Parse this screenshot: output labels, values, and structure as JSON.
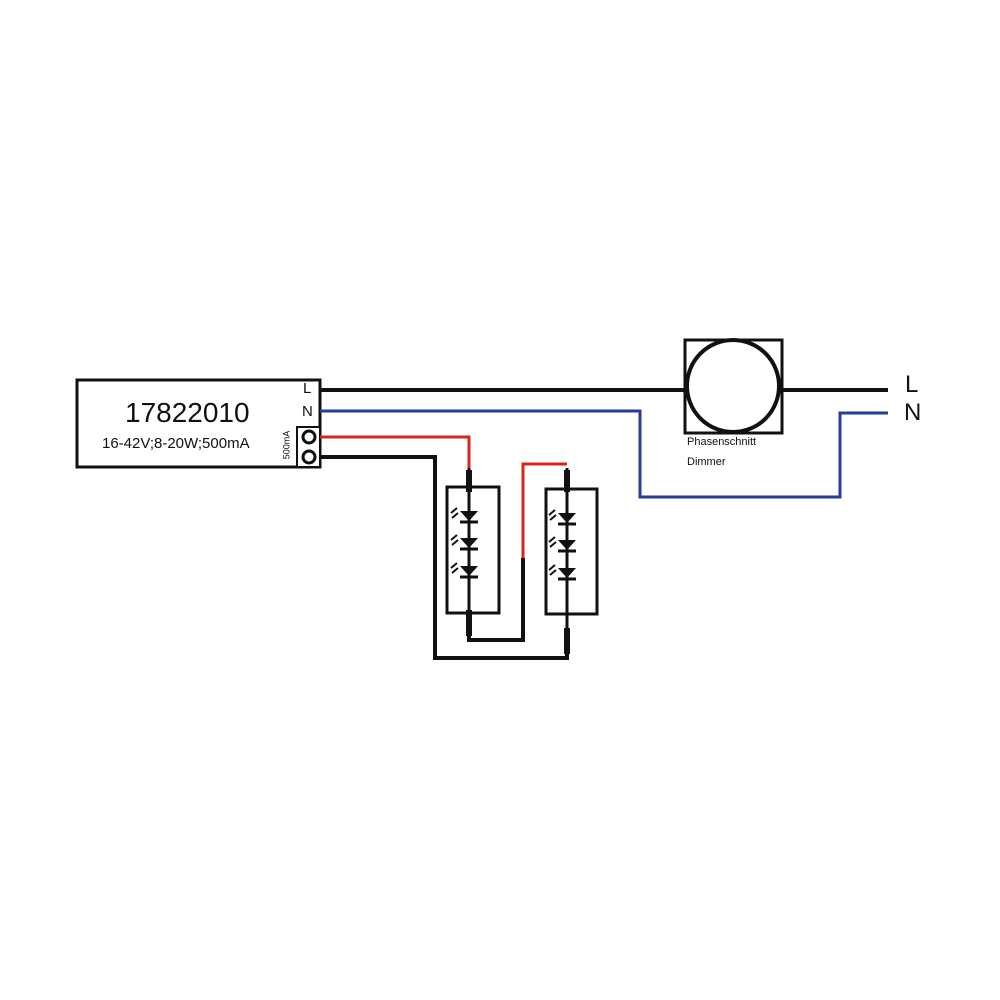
{
  "driver": {
    "model": "17822010",
    "spec": "16-42V;8-20W;500mA",
    "terminal_L": "L",
    "terminal_N": "N",
    "output_label": "500mA"
  },
  "dimmer": {
    "line1": "Phasenschnitt",
    "line2": "Dimmer"
  },
  "mains": {
    "L": "L",
    "N": "N"
  },
  "colors": {
    "live": "#111111",
    "neutral": "#2a3a9a",
    "positive": "#d8261c",
    "negative": "#111111"
  }
}
